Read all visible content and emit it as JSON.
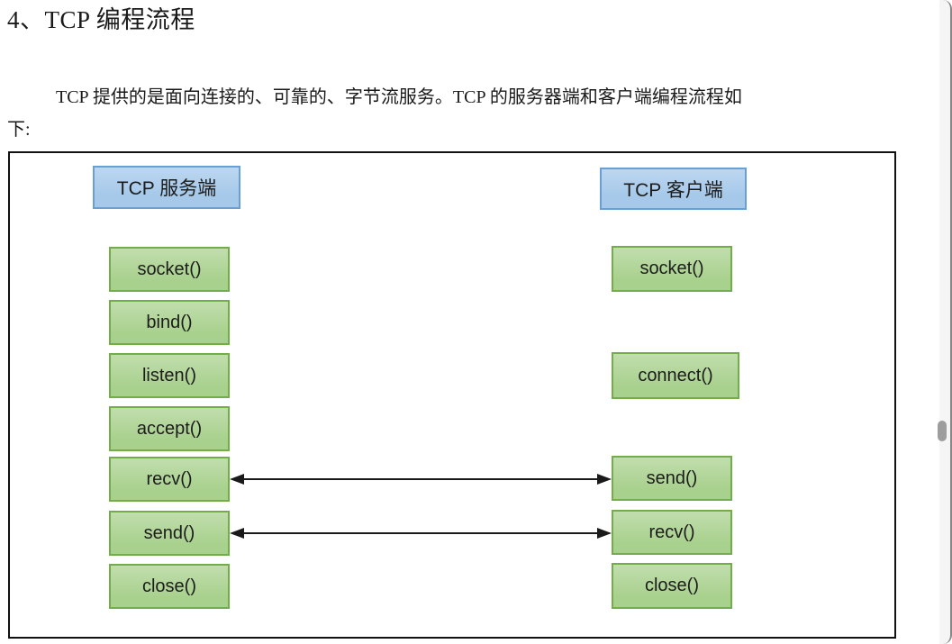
{
  "document": {
    "title": "4、TCP 编程流程",
    "paragraph": {
      "line1": "TCP 提供的是面向连接的、可靠的、字节流服务。TCP 的服务器端和客户端编程流程如",
      "line2": "下:"
    }
  },
  "diagram": {
    "server": {
      "header": "TCP 服务端",
      "steps": [
        "socket()",
        "bind()",
        "listen()",
        "accept()",
        "recv()",
        "send()",
        "close()"
      ]
    },
    "client": {
      "header": "TCP 客户端",
      "steps": [
        "socket()",
        "connect()",
        "send()",
        "recv()",
        "close()"
      ]
    },
    "arrows": [
      {
        "between": [
          "server recv()",
          "client send()"
        ],
        "style": "double-headed"
      },
      {
        "between": [
          "server send()",
          "client recv()"
        ],
        "style": "double-headed"
      }
    ],
    "colors": {
      "header_fill": "#a6c9ea",
      "header_border": "#689fd4",
      "step_fill": "#a9d18e",
      "step_border": "#72ad49",
      "frame_border": "#111111",
      "arrow": "#1a1a1a"
    }
  }
}
